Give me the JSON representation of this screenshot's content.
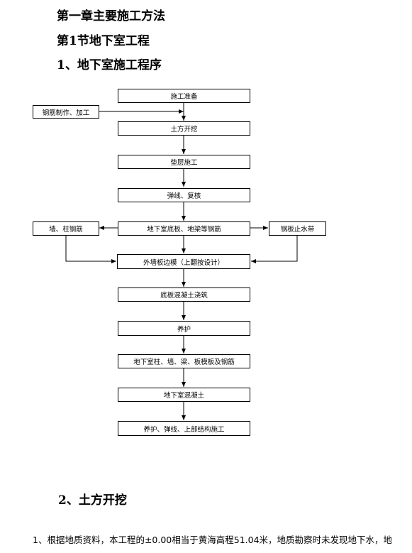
{
  "headings": {
    "chapter": "第一章主要施工方法",
    "section": "第1节地下室工程",
    "sub1": "1、地下室施工程序",
    "sub2": "2、土方开挖"
  },
  "flow": {
    "prep": "施工准备",
    "rebar_make": "钢筋制作、加工",
    "excavation": "土方开挖",
    "cushion": "垫层施工",
    "survey": "弹线、复核",
    "wall_rebar": "墙、柱钢筋",
    "base_rebar": "地下室底板、地梁等钢筋",
    "waterstop": "钢板止水带",
    "formwork": "外墙板边模（上翻按设计）",
    "pour_slab": "底板混凝土浇筑",
    "curing": "养护",
    "upper_formwork": "地下室柱、墙、梁、板模板及钢筋",
    "concrete": "地下室混凝土",
    "final": "养护、弹线、上部结构施工"
  },
  "paragraph": {
    "line1": "1、根据地质资料，本工程的±0.00相当于黄海高程51.04米，地质勘察时未发现地下水，地"
  }
}
